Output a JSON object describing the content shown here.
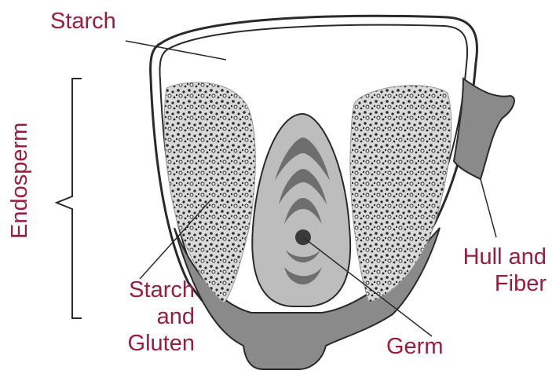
{
  "labels": {
    "starch": "Starch",
    "starch_and_gluten": [
      "Starch",
      "and",
      "Gluten"
    ],
    "hull_and_fiber": [
      "Hull and",
      "Fiber"
    ],
    "germ": "Germ",
    "endosperm": "Endosperm"
  },
  "colors": {
    "label_text": "#9b1d3d",
    "outline": "#2a2a2a",
    "hull_fill": "#8a8a8a",
    "germ_fill": "#bdbdbd",
    "germ_bands": "#6e6e6e",
    "speckle_bg": "#d9d9d9"
  }
}
